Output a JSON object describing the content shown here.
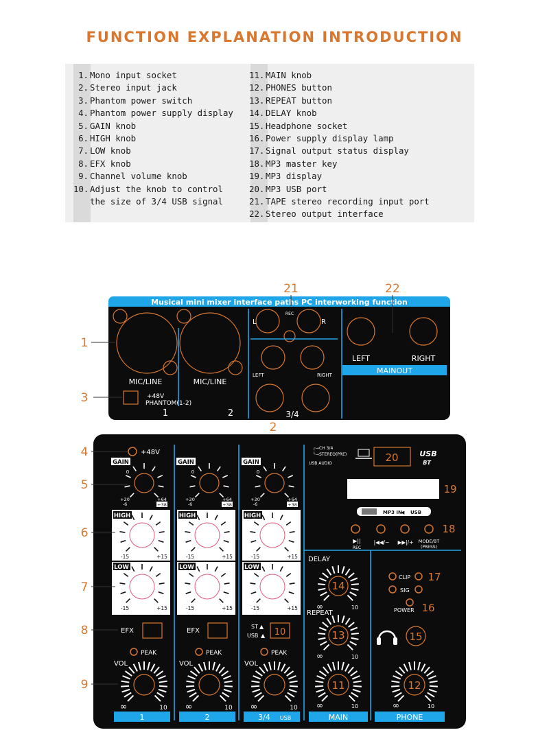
{
  "title": "FUNCTION EXPLANATION INTRODUCTION",
  "items_left": [
    {
      "num": "1.",
      "text": "Mono input socket"
    },
    {
      "num": "2.",
      "text": "Stereo input jack"
    },
    {
      "num": "3.",
      "text": "Phantom power switch"
    },
    {
      "num": "4.",
      "text": "Phantom power supply display"
    },
    {
      "num": "5.",
      "text": "GAIN knob"
    },
    {
      "num": "6.",
      "text": "HIGH knob"
    },
    {
      "num": "7.",
      "text": "LOW knob"
    },
    {
      "num": "8.",
      "text": "EFX knob"
    },
    {
      "num": "9.",
      "text": "Channel volume knob"
    },
    {
      "num": "10.",
      "text": "Adjust the knob to control"
    },
    {
      "num": "",
      "text": "the size of 3/4 USB signal"
    }
  ],
  "items_right": [
    {
      "num": "11.",
      "text": "MAIN knob"
    },
    {
      "num": "12.",
      "text": "PHONES button"
    },
    {
      "num": "13.",
      "text": "REPEAT button"
    },
    {
      "num": "14.",
      "text": "DELAY knob"
    },
    {
      "num": "15.",
      "text": "Headphone socket"
    },
    {
      "num": "16.",
      "text": "Power supply display lamp"
    },
    {
      "num": "17.",
      "text": "Signal output status display"
    },
    {
      "num": "18.",
      "text": "MP3 master key"
    },
    {
      "num": "19.",
      "text": "MP3 display"
    },
    {
      "num": "20.",
      "text": "MP3 USB port"
    },
    {
      "num": "21.",
      "text": "TAPE stereo recording input port"
    },
    {
      "num": "22.",
      "text": "Stereo output interface"
    }
  ],
  "back_panel": {
    "banner": "Musical mini mixer interface paths PC interworking function",
    "mic_line_1": "MIC/LINE",
    "mic_line_2": "MIC/LINE",
    "ch1": "1",
    "ch2": "2",
    "phantom_line1": "+48V",
    "phantom_line2": "PHANTOM(1-2)",
    "rec": "REC",
    "l": "L",
    "r": "R",
    "left_small": "LEFT",
    "right_small": "RIGHT",
    "ch34": "3/4",
    "left_big": "LEFT",
    "right_big": "RIGHT",
    "mainout": "MAINOUT"
  },
  "callouts": {
    "c1": "1",
    "c2": "2",
    "c3": "3",
    "c4": "4",
    "c5": "5",
    "c6": "6",
    "c7": "7",
    "c8": "8",
    "c9": "9",
    "c10": "10",
    "c11": "11",
    "c12": "12",
    "c13": "13",
    "c14": "14",
    "c15": "15",
    "c16": "16",
    "c17": "17",
    "c18": "18",
    "c19": "19",
    "c20": "20",
    "c21": "21",
    "c22": "22"
  },
  "top_panel": {
    "plus48v": "+48V",
    "gain": "GAIN",
    "zero": "0",
    "gain_min": "+20",
    "gain_min2": "-6",
    "gain_max": "+64",
    "gain_max2": "+38",
    "high": "HIGH",
    "low": "LOW",
    "eq_min": "-15",
    "eq_max": "+15",
    "efx": "EFX",
    "st": "ST",
    "usb": "USB",
    "peak": "PEAK",
    "vol": "VOL",
    "inf": "∞",
    "ten": "10",
    "strip1": "1",
    "strip2": "2",
    "strip3": "3/4",
    "strip3_usb": "USB",
    "ch34_line": "CH 3/4",
    "stereo_pre": "STEREO(PRE)",
    "usb_audio": "USB AUDIO",
    "usb_logo": "USB",
    "bt_logo": "BT",
    "mp3in": "MP3 IN",
    "usb_small": "USB",
    "rec": "REC",
    "prev": "|◀◀/−",
    "next": "▶▶|/+",
    "mode_bt": "MODE/BT",
    "press": "(PRESS)",
    "delay": "DELAY",
    "repeat": "REPEAT",
    "clip": "CLIP",
    "sig": "SIG",
    "power": "POWER",
    "main": "MAIN",
    "phone": "PHONE"
  },
  "colors": {
    "orange": "#d9772e",
    "blue": "#1ea6e8",
    "panel": "#0c0c0c"
  }
}
